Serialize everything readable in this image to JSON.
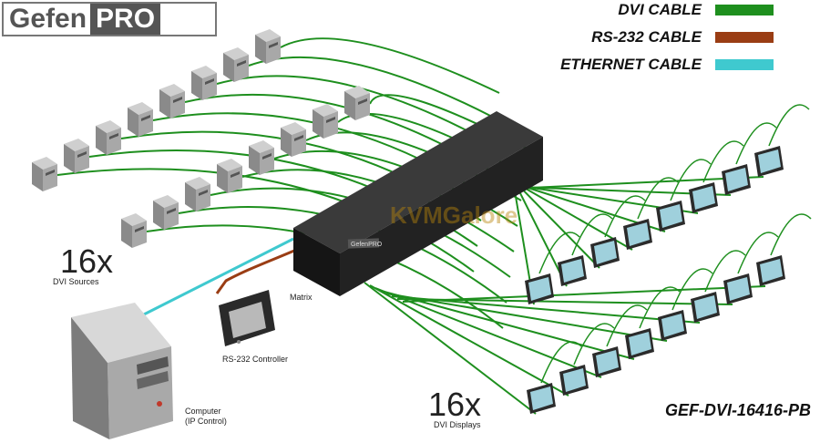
{
  "logo": {
    "brand_light": "Gefen",
    "brand_dark": "PRO"
  },
  "legend": [
    {
      "label": "DVI CABLE",
      "color": "#1e8f1e"
    },
    {
      "label": "RS-232 CABLE",
      "color": "#9a3d14"
    },
    {
      "label": "ETHERNET CABLE",
      "color": "#3fc9cf"
    }
  ],
  "sources": {
    "count": "16x",
    "label": "DVI Sources"
  },
  "displays": {
    "count": "16x",
    "label": "DVI Displays"
  },
  "matrix": {
    "label": "Matrix",
    "badge": "GefenPRO"
  },
  "rs232": {
    "label": "RS-232 Controller"
  },
  "computer": {
    "label_line1": "Computer",
    "label_line2": "(IP Control)"
  },
  "watermark": "KVMGalore",
  "model": "GEF-DVI-16416-PB"
}
